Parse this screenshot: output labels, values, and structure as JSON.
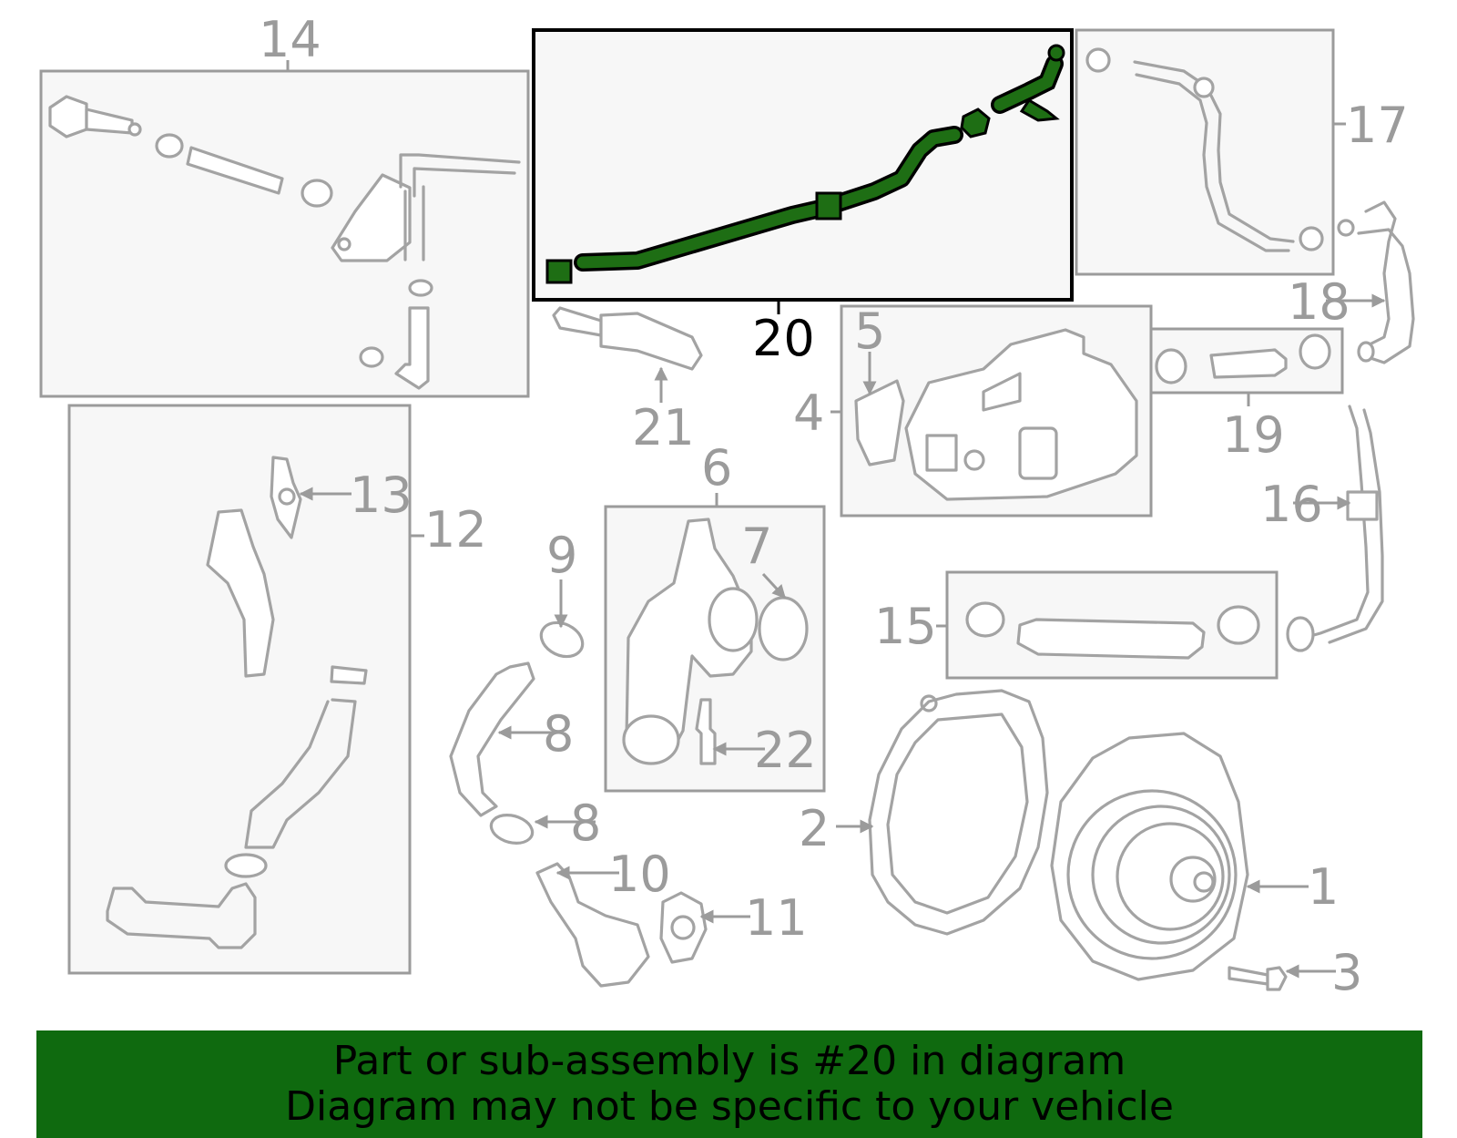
{
  "colors": {
    "highlight_part": "#1e6e14",
    "banner_background": "#0f6a0f",
    "outline_gray": "#a3a3a3",
    "highlight_box_border": "#000000"
  },
  "callouts": {
    "c1": "1",
    "c2": "2",
    "c3": "3",
    "c4": "4",
    "c5": "5",
    "c6": "6",
    "c7": "7",
    "c8a": "8",
    "c8b": "8",
    "c9": "9",
    "c10": "10",
    "c11": "11",
    "c12": "12",
    "c13": "13",
    "c14": "14",
    "c15": "15",
    "c16": "16",
    "c17": "17",
    "c18": "18",
    "c19": "19",
    "c20": "20",
    "c21": "21",
    "c22": "22"
  },
  "banner": {
    "line1": "Part or sub-assembly is #20 in diagram",
    "line2": "Diagram may not be specific to your vehicle"
  }
}
